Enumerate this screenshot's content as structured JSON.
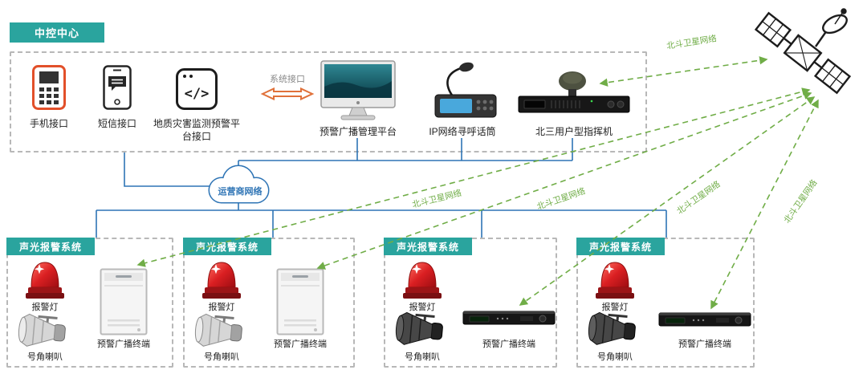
{
  "colors": {
    "teal": "#2aa49e",
    "blue": "#2e74b5",
    "green": "#70ad47",
    "orange": "#e0713a",
    "alarm_red": "#c9181e"
  },
  "control_center": {
    "title": "中控中心",
    "interfaces": {
      "phone": "手机接口",
      "sms": "短信接口",
      "platform": "地质灾害监测预警平台接口"
    },
    "system_interface": "系统接口",
    "devices": {
      "broadcast_platform": "预警广播管理平台",
      "paging_mic": "IP网络寻呼话筒",
      "beidou_commander": "北三用户型指挥机"
    }
  },
  "network": {
    "carrier_cloud": "运营商网络",
    "beidou_satellite": "北斗卫星网络"
  },
  "alarm_systems": [
    {
      "title": "声光报警系统",
      "alarm_light": "报警灯",
      "horn": "号角喇叭",
      "terminal": "预警广播终端",
      "terminal_type": "wall-box"
    },
    {
      "title": "声光报警系统",
      "alarm_light": "报警灯",
      "horn": "号角喇叭",
      "terminal": "预警广播终端",
      "terminal_type": "wall-box"
    },
    {
      "title": "声光报警系统",
      "alarm_light": "报警灯",
      "horn": "号角喇叭",
      "terminal": "预警广播终端",
      "terminal_type": "rack"
    },
    {
      "title": "声光报警系统",
      "alarm_light": "报警灯",
      "horn": "号角喇叭",
      "terminal": "预警广播终端",
      "terminal_type": "rack"
    }
  ]
}
